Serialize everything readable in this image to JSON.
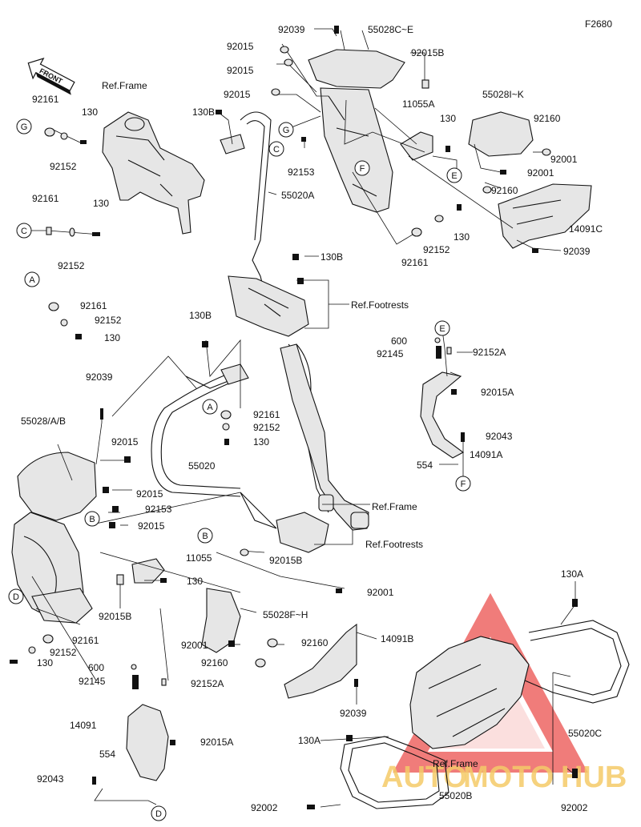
{
  "figure_code": "F2680",
  "front_label": "FRONT",
  "labels": {
    "p92039_top": "92039",
    "p55028CE": "55028C~E",
    "p92015_1": "92015",
    "p92015_2": "92015",
    "p92015B_top": "92015B",
    "p92015_3": "92015",
    "p11055A": "11055A",
    "p55028IK": "55028I~K",
    "p130B_1": "130B",
    "p130_top": "130",
    "p92160_top": "92160",
    "p92153_top": "92153",
    "p92001_t1": "92001",
    "p92001_t2": "92001",
    "p92160_t2": "92160",
    "p55020A": "55020A",
    "p14091C": "14091C",
    "p130_r": "130",
    "p92152_r": "92152",
    "p92161_r": "92161",
    "p92039_r": "92039",
    "p130B_2": "130B",
    "refFrame1": "Ref.Frame",
    "refFootrests1": "Ref.Footrests",
    "p92161_G": "92161",
    "p130_G": "130",
    "p92152_G": "92152",
    "p92161_C": "92161",
    "p130_C": "130",
    "p92152_C": "92152",
    "p92161_A": "92161",
    "p92152_A": "92152",
    "p130_A": "130",
    "p130B_3": "130B",
    "p600_r": "600",
    "p92145_r": "92145",
    "p92152A_r": "92152A",
    "p92015A_r": "92015A",
    "p92043_r": "92043",
    "p554_r": "554",
    "p14091A": "14091A",
    "p92039_mid": "92039",
    "p55028AB": "55028/A/B",
    "p92015_m1": "92015",
    "p92161_mid": "92161",
    "p92152_mid": "92152",
    "p130_mid": "130",
    "p55020": "55020",
    "p92015_m2": "92015",
    "p92153_mid": "92153",
    "p92015_m3": "92015",
    "refFrame2": "Ref.Frame",
    "refFootrests2": "Ref.Footrests",
    "p11055": "11055",
    "p92015B_mid": "92015B",
    "p130_m2": "130",
    "p92001_mid": "92001",
    "p92015B_low": "92015B",
    "p55028FH": "55028F~H",
    "p92161_low": "92161",
    "p92152_low": "92152",
    "p130_low": "130",
    "p92001_low": "92001",
    "p92160_low1": "92160",
    "p92160_low2": "92160",
    "p14091B": "14091B",
    "p600_low": "600",
    "p92145_low": "92145",
    "p92152A_low": "92152A",
    "p92039_low": "92039",
    "p14091": "14091",
    "p92015A_low": "92015A",
    "p554_low": "554",
    "p92043_low": "92043",
    "p130A_1": "130A",
    "p55020C": "55020C",
    "p130A_2": "130A",
    "refFrame3": "Ref.Frame",
    "p92002_1": "92002",
    "p55020B": "55020B",
    "p92002_2": "92002"
  },
  "callouts": {
    "G1": "G",
    "G2": "G",
    "C1": "C",
    "C2": "C",
    "F1": "F",
    "E1": "E",
    "A1": "A",
    "A2": "A",
    "E2": "E",
    "F2": "F",
    "B1": "B",
    "B2": "B",
    "D1": "D",
    "D2": "D"
  },
  "watermark": {
    "auto": "AUTO",
    "moto": "MOTO",
    "hub": "HUB",
    "accent_color": "#e8322f",
    "text_color": "#f2c14e"
  }
}
